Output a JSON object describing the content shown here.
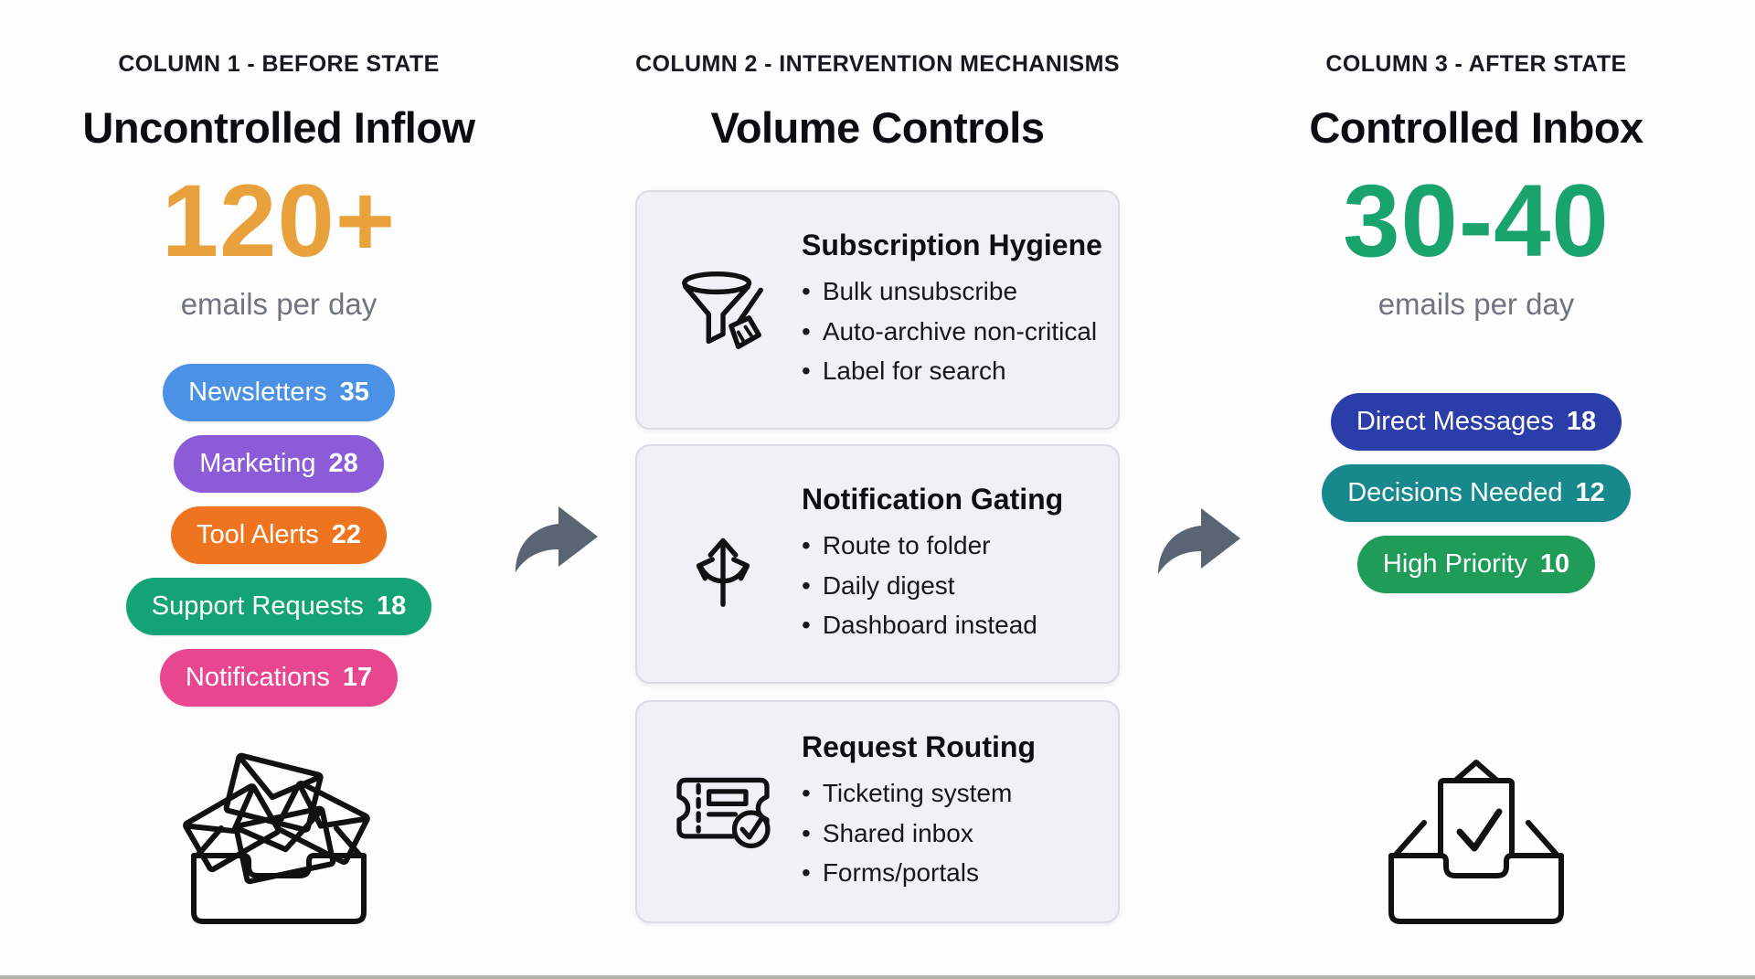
{
  "columns": {
    "before": {
      "kicker": "COLUMN 1 - BEFORE STATE",
      "title": "Uncontrolled Inflow",
      "metric": {
        "value": "120+",
        "caption": "emails per day",
        "color": "#E9A23B"
      },
      "pills": [
        {
          "label": "Newsletters",
          "count": "35",
          "color": "#4B92E6"
        },
        {
          "label": "Marketing",
          "count": "28",
          "color": "#8C5BD8"
        },
        {
          "label": "Tool Alerts",
          "count": "22",
          "color": "#EF7420"
        },
        {
          "label": "Support Requests",
          "count": "18",
          "color": "#14A374"
        },
        {
          "label": "Notifications",
          "count": "17",
          "color": "#E8478F"
        }
      ],
      "icon": "overflowing-inbox"
    },
    "interventions": {
      "kicker": "COLUMN 2 - INTERVENTION MECHANISMS",
      "title": "Volume Controls",
      "cards": [
        {
          "icon": "funnel-broom",
          "title": "Subscription Hygiene",
          "bullets": [
            "Bulk unsubscribe",
            "Auto-archive non-critical",
            "Label for search"
          ]
        },
        {
          "icon": "branch-arrows",
          "title": "Notification Gating",
          "bullets": [
            "Route to folder",
            "Daily digest",
            "Dashboard instead"
          ]
        },
        {
          "icon": "ticket-check",
          "title": "Request Routing",
          "bullets": [
            "Ticketing system",
            "Shared inbox",
            "Forms/portals"
          ]
        }
      ],
      "card_bg": "#F0F1F5"
    },
    "after": {
      "kicker": "COLUMN 3 - AFTER STATE",
      "title": "Controlled Inbox",
      "metric": {
        "value": "30-40",
        "caption": "emails per day",
        "color": "#19A36D"
      },
      "pills": [
        {
          "label": "Direct Messages",
          "count": "18",
          "color": "#2B3DA8"
        },
        {
          "label": "Decisions Needed",
          "count": "12",
          "color": "#17888C"
        },
        {
          "label": "High Priority",
          "count": "10",
          "color": "#1F9C58"
        }
      ],
      "icon": "inbox-check"
    }
  },
  "arrow_color": "#5A6473"
}
